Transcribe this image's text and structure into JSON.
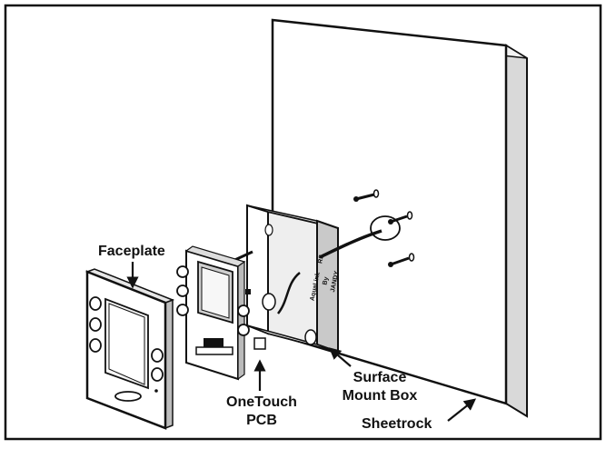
{
  "labels": {
    "faceplate": "Faceplate",
    "pcb_line1": "OneTouch",
    "pcb_line2": "PCB",
    "mountbox_line1": "Surface",
    "mountbox_line2": "Mount Box",
    "sheetrock": "Sheetrock"
  },
  "box_imprint": {
    "line1": "AquaLink",
    "line2": "RS",
    "line3": "By",
    "line4": "JANDY"
  },
  "colors": {
    "ink": "#111111",
    "paper": "#ffffff",
    "shade": "#e6e6e6",
    "dark_shade": "#bdbdbd"
  },
  "icons": [
    "screw-icon",
    "arrow-icon",
    "cable-icon"
  ]
}
